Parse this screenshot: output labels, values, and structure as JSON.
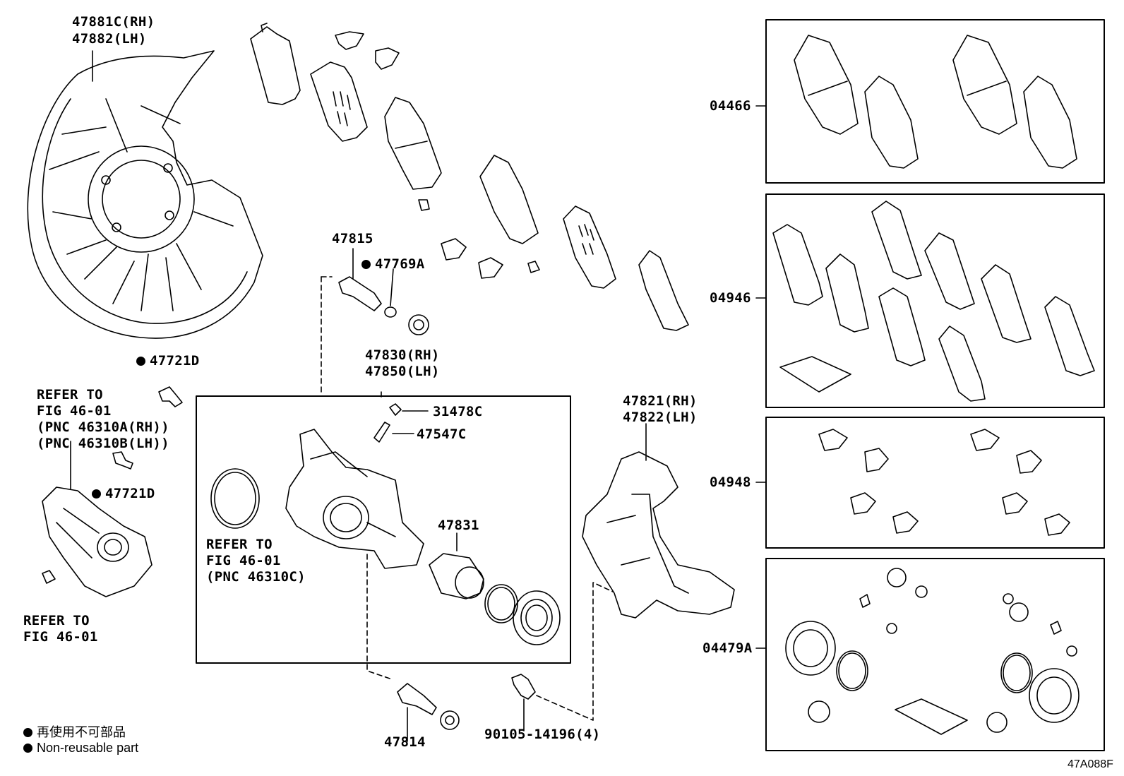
{
  "labels": {
    "shield_rh": "47881C(RH)",
    "shield_lh": "47882(LH)",
    "bolt_47815": "47815",
    "washer_47769a": "47769A",
    "bolt_47721d_top": "47721D",
    "refer_motor_1": "REFER TO",
    "refer_motor_2": "FIG 46-01",
    "refer_motor_3": "(PNC 46310A(RH))",
    "refer_motor_4": "(PNC 46310B(LH))",
    "bolt_47721d_mid": "47721D",
    "refer_small_1": "REFER TO",
    "refer_small_2": "FIG 46-01",
    "caliper_rh": "47830(RH)",
    "caliper_lh": "47850(LH)",
    "cap_31478c": "31478C",
    "bleeder_47547c": "47547C",
    "refer_ring_1": "REFER TO",
    "refer_ring_2": "FIG 46-01",
    "refer_ring_3": "(PNC 46310C)",
    "piston_47831": "47831",
    "mount_rh": "47821(RH)",
    "mount_lh": "47822(LH)",
    "pin_47814": "47814",
    "bolt_90105": "90105-14196(4)",
    "kit_04466": "04466",
    "kit_04946": "04946",
    "kit_04948": "04948",
    "kit_04479a": "04479A"
  },
  "legend": {
    "japanese": "再使用不可部品",
    "english": "Non-reusable part"
  },
  "diagram_code": "47A088F"
}
